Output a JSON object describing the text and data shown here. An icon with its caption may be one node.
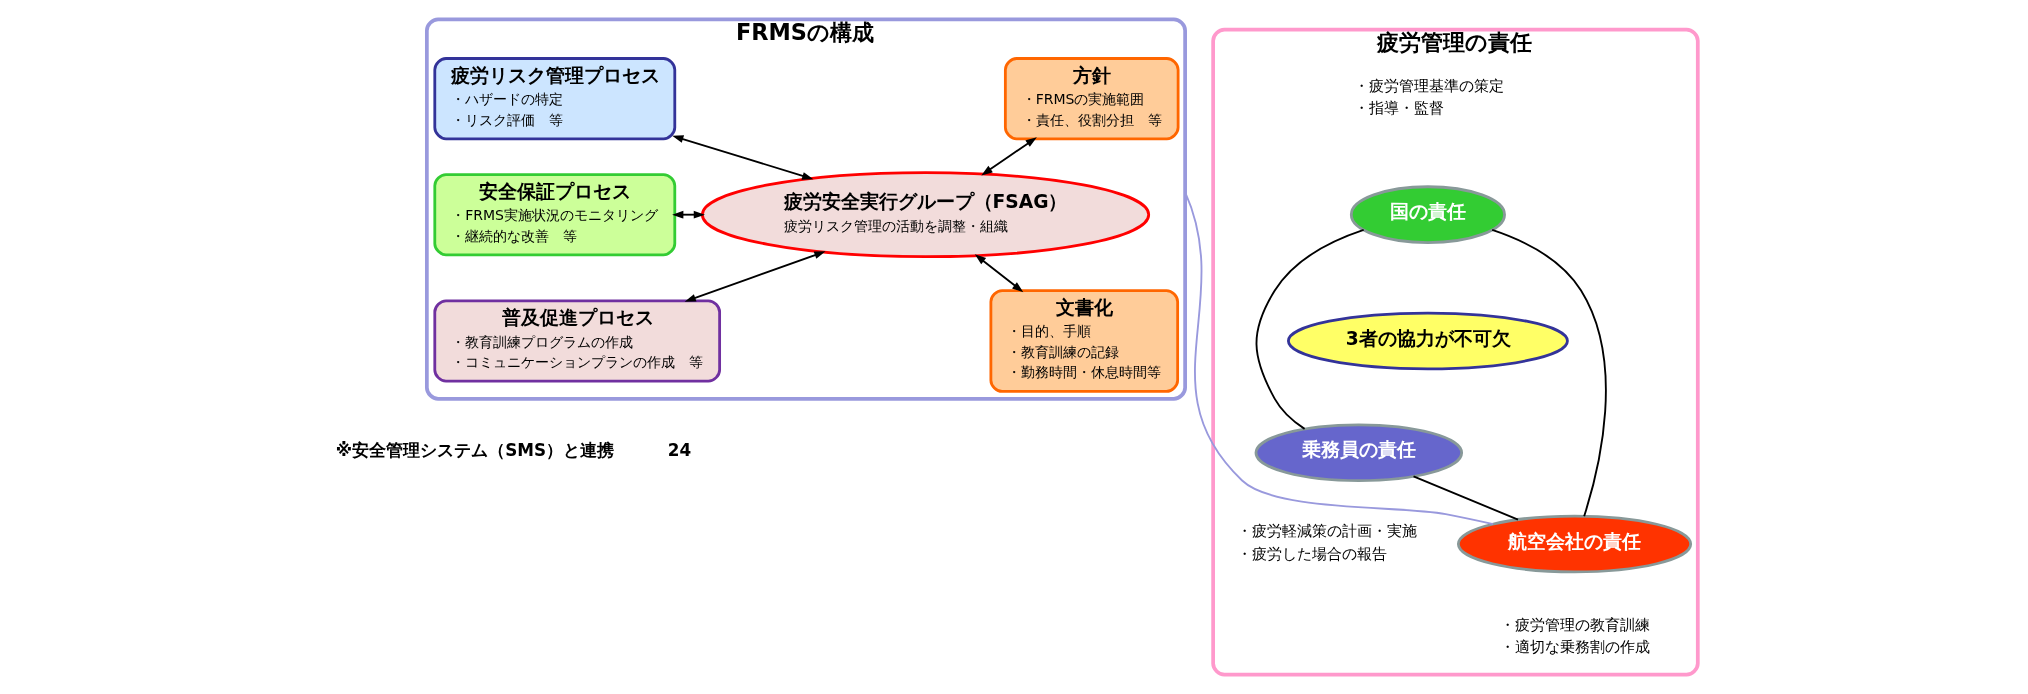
{
  "diagram": {
    "nodes": [
      {
        "text": [
          "疲労管理の責任"
        ]
      },
      {
        "text": [
          "3者の協力が不可欠"
        ],
        "in": 0
      },
      {
        "text": [
          "国の責任"
        ],
        "in": 0,
        "beside": [
          "・疲労管理基準の策定",
          "・指導・監督"
        ]
      },
      {
        "text": [
          "乗務員の責任"
        ],
        "in": 0,
        "beside": [
          "・疲労軽減策の計画・実施",
          "・疲労した場合の報告"
        ]
      },
      {
        "text": [
          "航空会社の責任"
        ],
        "in": 0,
        "beside": [
          "・疲労管理の教育訓練",
          "・適切な乗務割の作成"
        ]
      },
      {
        "text": [
          "FRMSの構成"
        ]
      },
      {
        "text": [
          "方針",
          "・FRMSの実施範囲",
          "・責任、役割分担　等"
        ],
        "in": 5
      },
      {
        "text": [
          "疲労安全実行グループ（FSAG）",
          "疲労リスク管理の活動を調整・組織"
        ],
        "in": 5
      },
      {
        "text": [
          "文書化",
          "・目的、手順",
          "・教育訓練の記録",
          "・勤務時間・休息時間等"
        ],
        "in": 5
      },
      {
        "text": [
          "疲労リスク管理プロセス",
          "・ハザードの特定",
          "・リスク評価　等"
        ],
        "in": 5
      },
      {
        "text": [
          "安全保証プロセス",
          "・FRMS実施状況のモニタリング",
          "・継続的な改善　等"
        ],
        "in": 5
      },
      {
        "text": [
          "普及促進プロセス",
          "・教育訓練プログラムの作成",
          "・コミュニケーションプランの作成　等"
        ],
        "in": 5
      }
    ],
    "edges": [
      {
        "from": 2,
        "to": 3,
        "arrow": "none"
      },
      {
        "from": 2,
        "to": 4,
        "arrow": "none"
      },
      {
        "from": 3,
        "to": 4,
        "arrow": "none"
      },
      {
        "from": 5,
        "to": 4,
        "arrow": "none",
        "color": "#9999dd"
      },
      {
        "from": 6,
        "to": 7,
        "arrow": "both"
      },
      {
        "from": 8,
        "to": 7,
        "arrow": "both"
      },
      {
        "from": 7,
        "to": 9,
        "arrow": "both"
      },
      {
        "from": 7,
        "to": 10,
        "arrow": "both"
      },
      {
        "from": 7,
        "to": 11,
        "arrow": "both"
      }
    ],
    "labels": [
      "※安全管理システム（SMS）と連携",
      "24"
    ]
  }
}
